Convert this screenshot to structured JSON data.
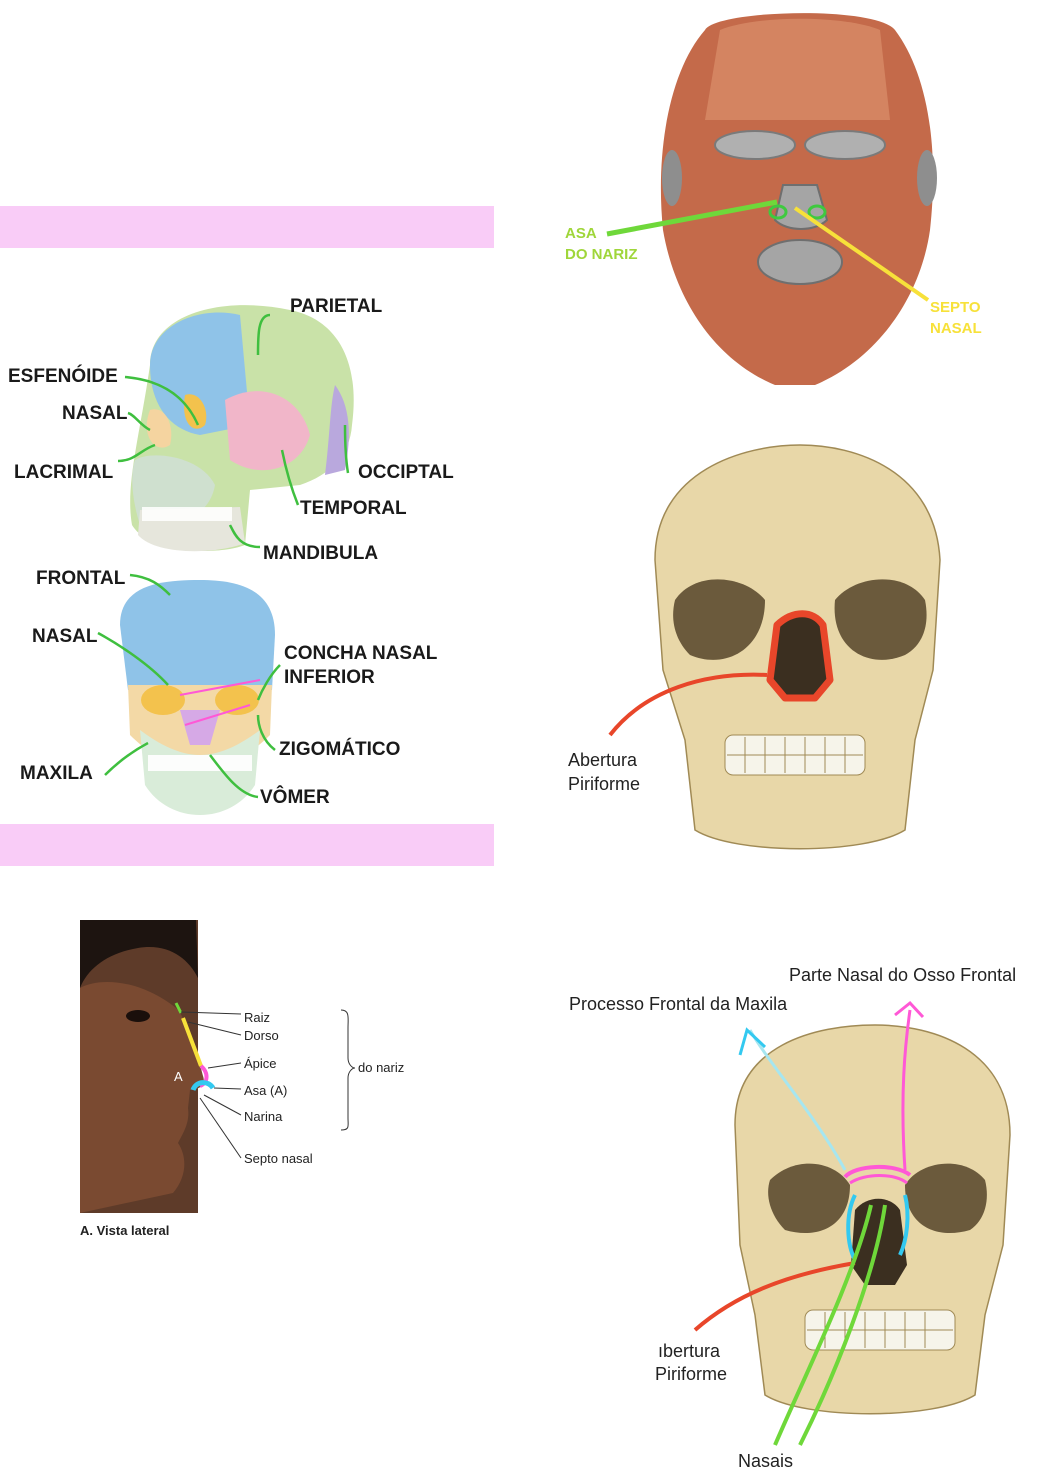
{
  "skull_bones": {
    "parietal": "PARIETAL",
    "esfenoide": "ESFENÓIDE",
    "nasal_lateral": "NASAL",
    "lacrimal": "LACRIMAL",
    "occiptal": "OCCIPTAL",
    "temporal": "TEMPORAL",
    "mandibula": "MANDIBULA",
    "frontal": "FRONTAL",
    "nasal_frontal": "NASAL",
    "concha_1": "CONCHA NASAL",
    "concha_2": "INFERIOR",
    "zigomatico": "ZIGOMÁTICO",
    "maxila": "MAXILA",
    "vomer": "VÔMER"
  },
  "face_muscles": {
    "asa_1": "ASA",
    "asa_2": "DO NARIZ",
    "septo_1": "SEPTO",
    "septo_2": "NASAL"
  },
  "skull_front": {
    "abertura_1": "Abertura",
    "abertura_2": "Piriforme"
  },
  "nose_lateral": {
    "raiz": "Raiz",
    "dorso": "Dorso",
    "apice": "Ápice",
    "asa": "Asa (A)",
    "narina": "Narina",
    "septo": "Septo nasal",
    "do_nariz": "do nariz",
    "marker_a": "A",
    "caption": "A. Vista lateral"
  },
  "skull_bottom": {
    "parte_nasal": "Parte Nasal do Osso Frontal",
    "processo_frontal": "Processo Frontal da Maxila",
    "abertura_1": "ıbertura",
    "abertura_2": "Piriforme",
    "nasais": "Nasais"
  },
  "colors": {
    "band": "#f9ccf7",
    "green_label": "#9fd63a",
    "yellow_label": "#f7e13a",
    "piriform_outline": "#e8462a"
  }
}
